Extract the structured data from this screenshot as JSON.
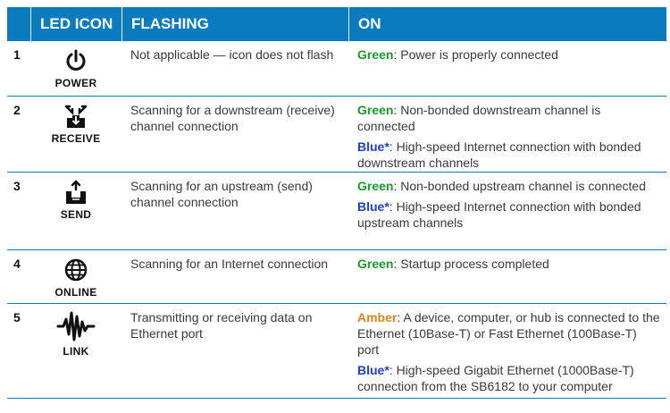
{
  "header": {
    "led_icon": "LED ICON",
    "flashing": "FLASHING",
    "on": "ON"
  },
  "rows": [
    {
      "num": "1",
      "icon_label": "POWER",
      "icon": "power-icon",
      "flashing": "Not applicable — icon does not flash",
      "on": [
        {
          "color_label": "Green",
          "text": ": Power is properly connected"
        }
      ]
    },
    {
      "num": "2",
      "icon_label": "RECEIVE",
      "icon": "receive-icon",
      "flashing": "Scanning for a downstream (receive) channel connection",
      "on": [
        {
          "color_label": "Green",
          "text": ": Non-bonded downstream channel is connected"
        },
        {
          "color_label": "Blue*",
          "text": ": High-speed Internet connection with bonded downstream channels"
        }
      ]
    },
    {
      "num": "3",
      "icon_label": "SEND",
      "icon": "send-icon",
      "flashing": "Scanning for an upstream (send) channel connection",
      "on": [
        {
          "color_label": "Green",
          "text": ": Non-bonded upstream channel is connected"
        },
        {
          "color_label": "Blue*",
          "text": ": High-speed Internet connection with bonded upstream channels"
        }
      ]
    },
    {
      "num": "4",
      "icon_label": "ONLINE",
      "icon": "globe-icon",
      "flashing": "Scanning for an Internet connection",
      "on": [
        {
          "color_label": "Green",
          "text": ": Startup process completed"
        }
      ]
    },
    {
      "num": "5",
      "icon_label": "LINK",
      "icon": "link-waveform-icon",
      "flashing": "Transmitting or receiving data on Ethernet port",
      "on": [
        {
          "color_label": "Amber",
          "text": ": A device, computer, or hub is connected to the Ethernet (10Base-T) or Fast Ethernet (100Base-T) port"
        },
        {
          "color_label": "Blue*",
          "text": ": High-speed Gigabit Ethernet (1000Base-T) connection from the SB6182 to your computer"
        }
      ]
    }
  ],
  "colors": {
    "header_bg": "#0a7cbe",
    "green": "#1a9a2a",
    "blue": "#1f3fcf",
    "amber": "#d7861c"
  }
}
